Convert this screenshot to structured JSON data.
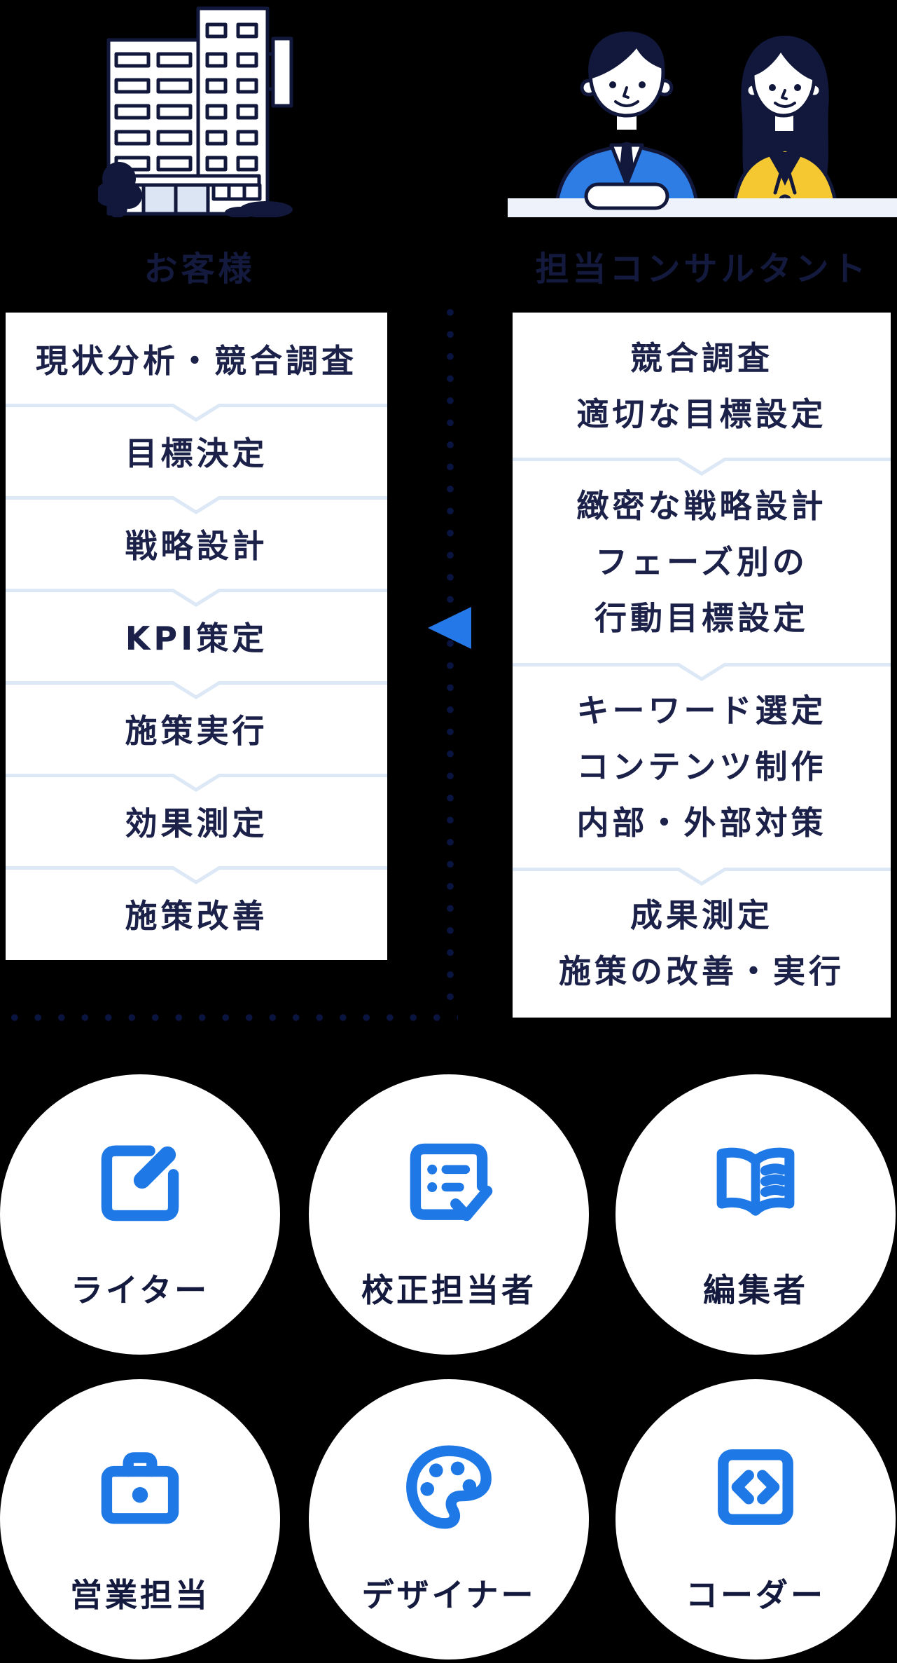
{
  "colors": {
    "background": "#000000",
    "accent_blue": "#1e78e6",
    "arrow_blue": "#2478e8",
    "suit_blue": "#2e7de4",
    "jacket_yellow": "#f5c832",
    "text_navy": "#1b2148",
    "outline_navy": "#11183c",
    "divider_light_blue": "#dce8f6",
    "dot_navy": "#0a1440",
    "desk_light": "#edf2fb",
    "box_white": "#ffffff"
  },
  "actors": {
    "customer": {
      "label": "お客様",
      "illustration": "office-building-illustration"
    },
    "consultant": {
      "label": "担当コンサルタント",
      "illustration": "two-consultants-illustration"
    }
  },
  "connector": {
    "arrow_icon": "left-triangle-arrow-icon",
    "style": "dotted-line"
  },
  "customer_steps": {
    "items": [
      "現状分析・競合調査",
      "目標決定",
      "戦略設計",
      "KPI策定",
      "施策実行",
      "効果測定",
      "施策改善"
    ]
  },
  "consultant_steps": {
    "items": [
      {
        "lines": [
          "競合調査",
          "適切な目標設定"
        ]
      },
      {
        "lines": [
          "緻密な戦略設計",
          "フェーズ別の",
          "行動目標設定"
        ]
      },
      {
        "lines": [
          "キーワード選定",
          "コンテンツ制作",
          "内部・外部対策"
        ]
      },
      {
        "lines": [
          "成果測定",
          "施策の改善・実行"
        ]
      }
    ]
  },
  "team_members": [
    {
      "label": "ライター",
      "icon": "edit-pencil-icon"
    },
    {
      "label": "校正担当者",
      "icon": "checklist-check-icon"
    },
    {
      "label": "編集者",
      "icon": "open-book-icon"
    },
    {
      "label": "営業担当",
      "icon": "briefcase-icon"
    },
    {
      "label": "デザイナー",
      "icon": "palette-icon"
    },
    {
      "label": "コーダー",
      "icon": "code-brackets-icon"
    }
  ]
}
